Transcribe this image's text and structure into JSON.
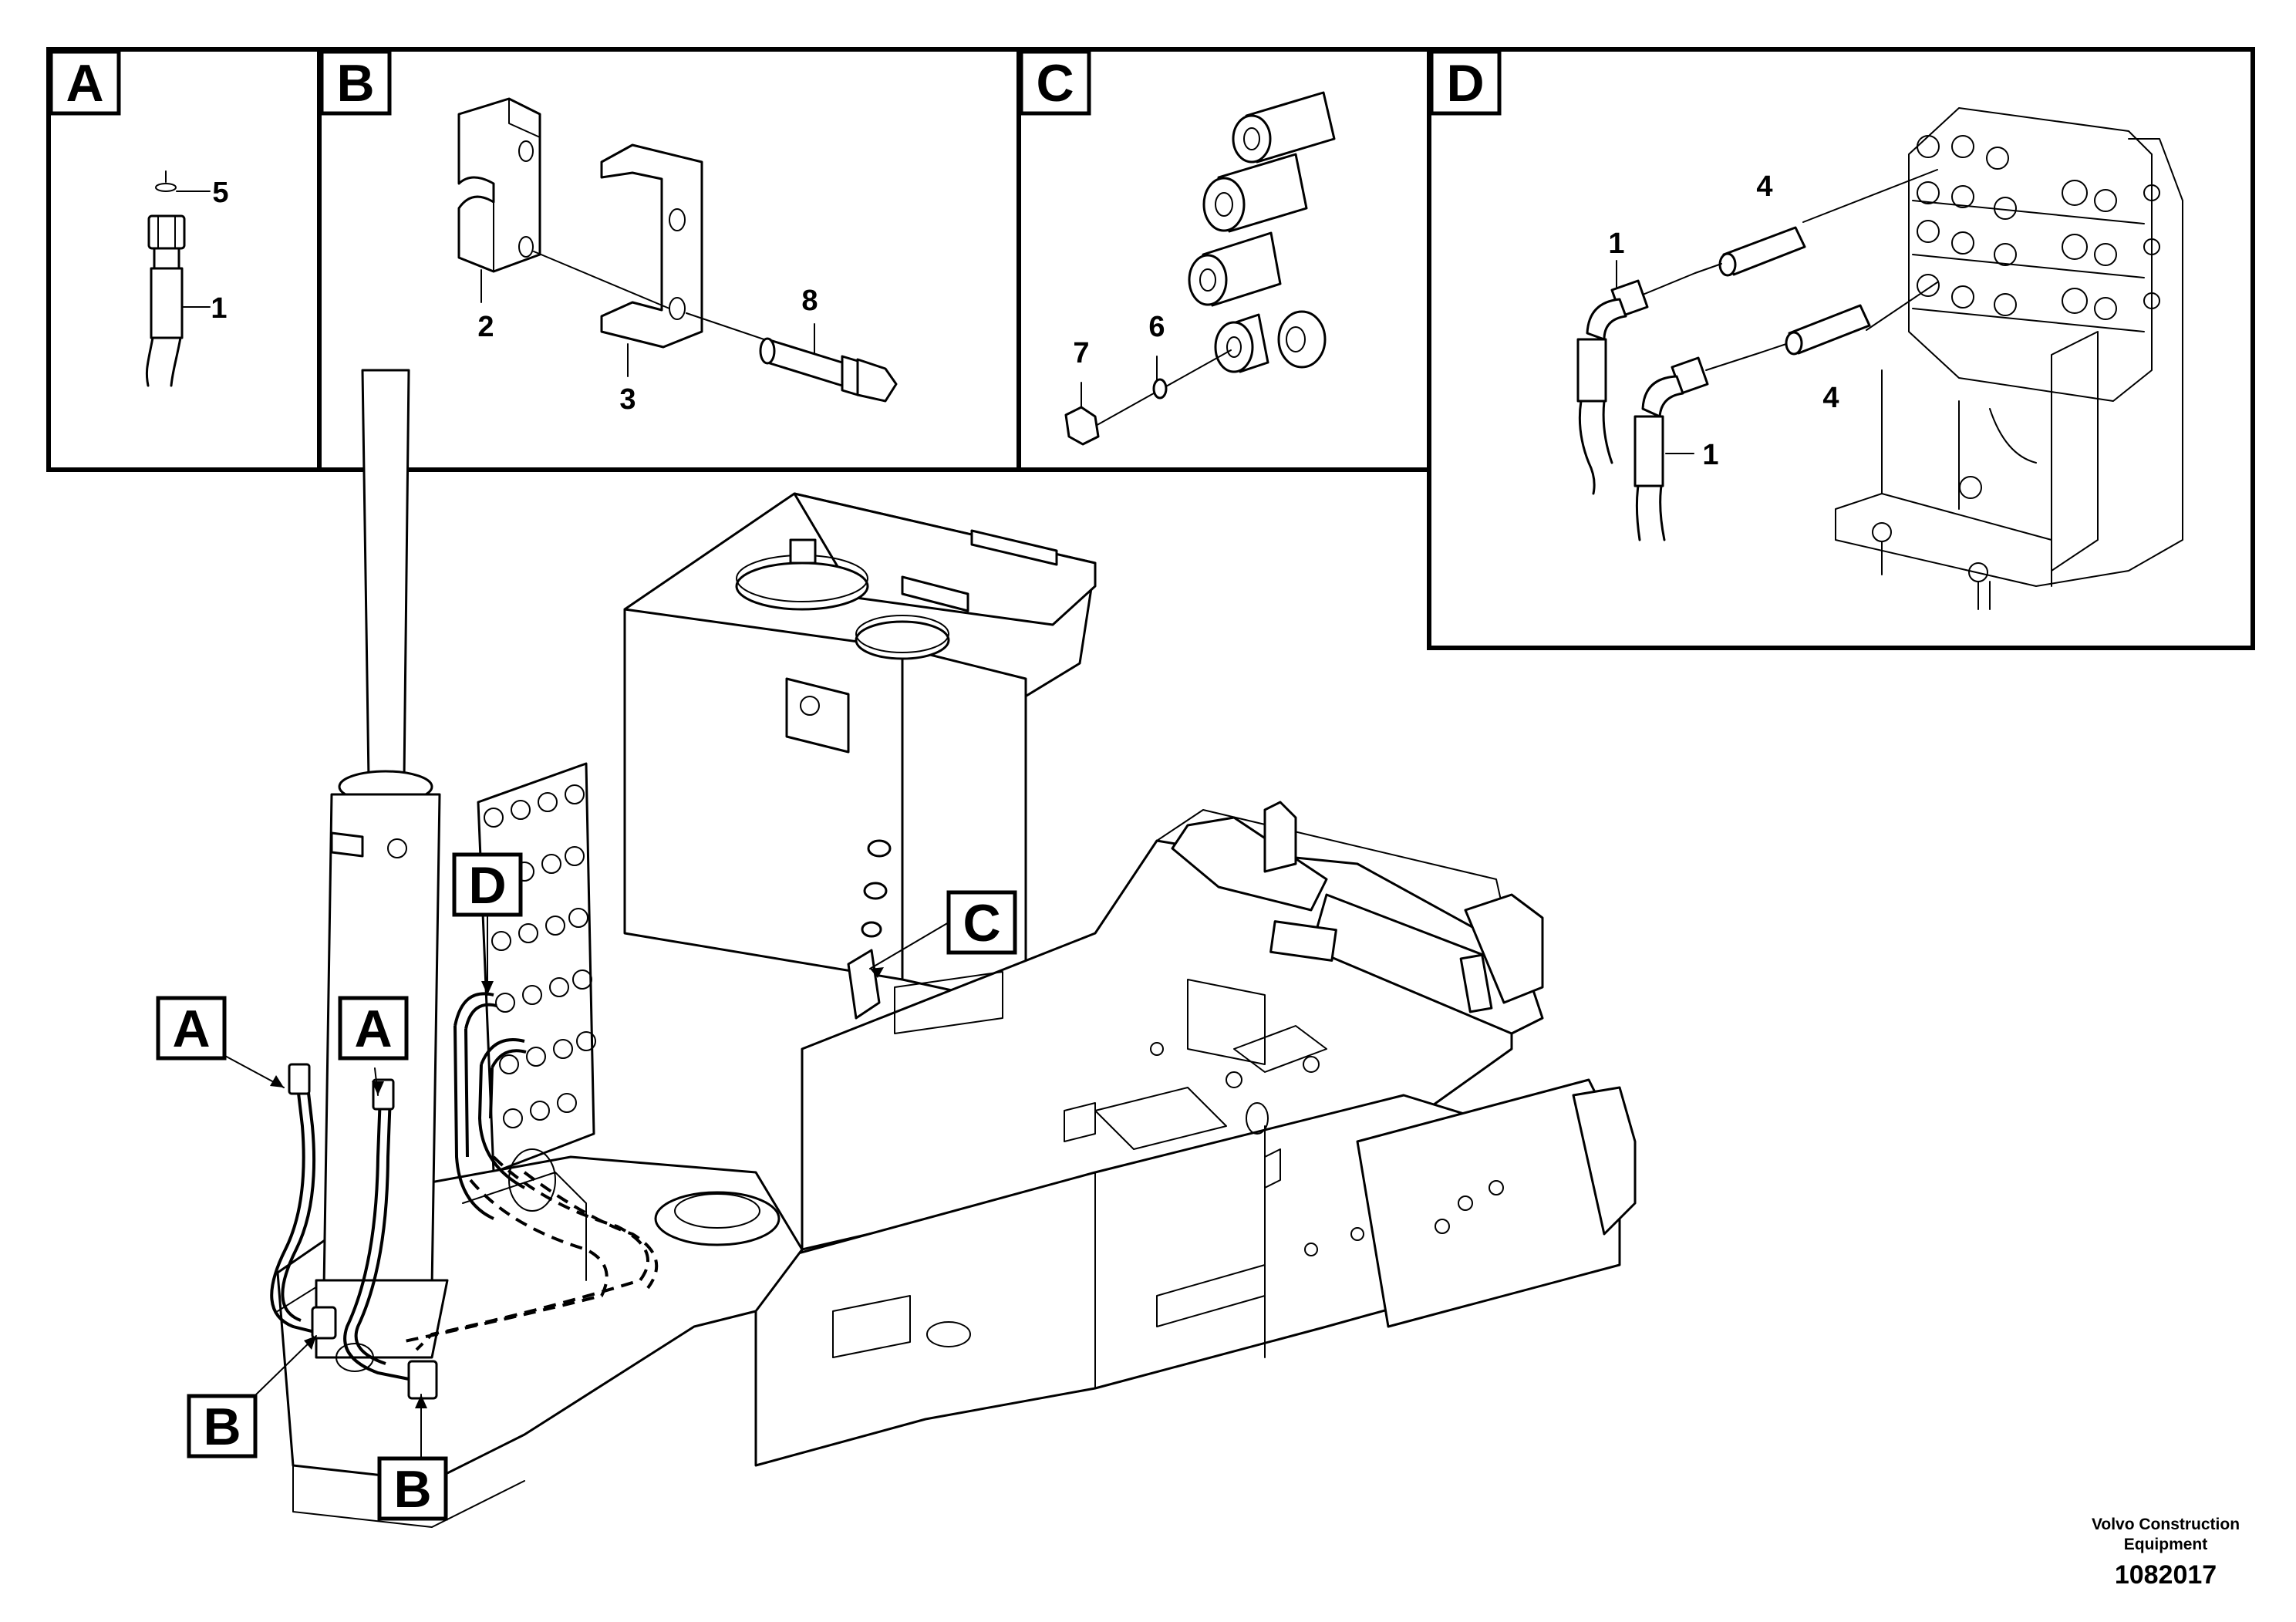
{
  "detail_panels": [
    {
      "id": "A",
      "label": "A"
    },
    {
      "id": "B",
      "label": "B"
    },
    {
      "id": "C",
      "label": "C"
    },
    {
      "id": "D",
      "label": "D"
    }
  ],
  "panel_callouts": {
    "A": [
      "5",
      "1"
    ],
    "B": [
      "2",
      "3",
      "8"
    ],
    "C": [
      "7",
      "6"
    ],
    "D": [
      "1",
      "4",
      "4",
      "1"
    ]
  },
  "main_view_markers": [
    "D",
    "C",
    "A",
    "A",
    "B",
    "B"
  ],
  "credit": {
    "line1": "Volvo Construction",
    "line2": "Equipment",
    "drawing_number": "1082017"
  }
}
